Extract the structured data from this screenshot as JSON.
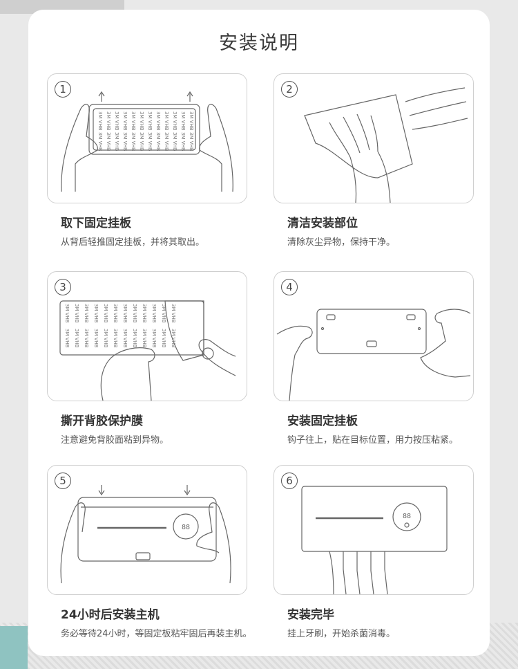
{
  "title": "安装说明",
  "steps": [
    {
      "num": "1",
      "title": "取下固定挂板",
      "desc": "从背后轻推固定挂板，并将其取出。"
    },
    {
      "num": "2",
      "title": "清洁安装部位",
      "desc": "清除灰尘异物，保持干净。"
    },
    {
      "num": "3",
      "title": "撕开背胶保护膜",
      "desc": "注意避免背胶面粘到异物。"
    },
    {
      "num": "4",
      "title": "安装固定挂板",
      "desc": "钩子往上，贴在目标位置，用力按压粘紧。"
    },
    {
      "num": "5",
      "title": "24小时后安装主机",
      "desc": "务必等待24小时，等固定板粘牢固后再装主机。"
    },
    {
      "num": "6",
      "title": "安装完毕",
      "desc": "挂上牙刷，开始杀菌消毒。"
    }
  ],
  "tape_label": "3M VHB",
  "display_reading": "88"
}
